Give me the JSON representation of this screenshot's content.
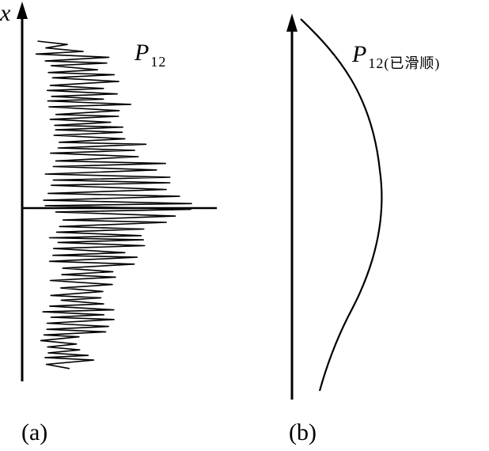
{
  "panel_a": {
    "axis_label": "x",
    "curve_label": "P",
    "curve_label_sub": "12",
    "caption": "(a)"
  },
  "panel_b": {
    "curve_label": "P",
    "curve_label_sub": "12(已滑顺)",
    "caption": "(b)"
  },
  "colors": {
    "line": "#000000",
    "background": "#ffffff"
  }
}
